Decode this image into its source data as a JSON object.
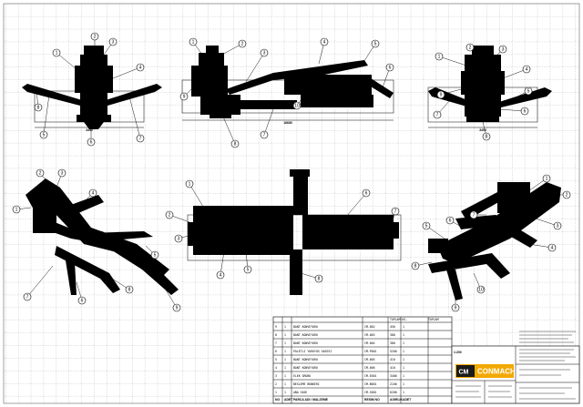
{
  "drawing": {
    "scale": "1:200",
    "logo": {
      "left": "CM",
      "right": "CONMACH"
    }
  },
  "views": [
    {
      "name": "front-view",
      "callouts": [
        "1",
        "2",
        "3",
        "4",
        "5",
        "6",
        "7",
        "8"
      ]
    },
    {
      "name": "side-view",
      "callouts": [
        "1",
        "2",
        "3",
        "4",
        "5",
        "6",
        "7",
        "8",
        "9",
        "10"
      ]
    },
    {
      "name": "rear-view",
      "callouts": [
        "1",
        "2",
        "3",
        "4",
        "5",
        "6",
        "7",
        "8",
        "9"
      ]
    },
    {
      "name": "iso-view-left",
      "callouts": [
        "1",
        "2",
        "3",
        "4",
        "5",
        "6",
        "7",
        "8",
        "9"
      ]
    },
    {
      "name": "top-view",
      "callouts": [
        "1",
        "2",
        "3",
        "4",
        "5",
        "6",
        "7",
        "8"
      ]
    },
    {
      "name": "iso-view-right",
      "callouts": [
        "1",
        "2",
        "3",
        "4",
        "5",
        "6",
        "7",
        "8",
        "9",
        "10"
      ]
    }
  ],
  "bom": {
    "header_right": [
      "TOPLAM KG.",
      "TOPLAM"
    ],
    "rows": [
      {
        "no": "9",
        "qty": "1",
        "name": "BANT KONVEYORU",
        "code": "CM-002",
        "wt": "450",
        "c": "1"
      },
      {
        "no": "8",
        "qty": "1",
        "name": "BANT KONVEYORU",
        "code": "CM-003",
        "wt": "380",
        "c": "1"
      },
      {
        "no": "7",
        "qty": "1",
        "name": "BANT KONVEYORU",
        "code": "CM-004",
        "wt": "380",
        "c": "1"
      },
      {
        "no": "6",
        "qty": "1",
        "name": "PALETLI YURUYUS SASESI",
        "code": "CM-P001",
        "wt": "5200",
        "c": "1"
      },
      {
        "no": "5",
        "qty": "1",
        "name": "BANT KONVEYORU",
        "code": "CM-005",
        "wt": "410",
        "c": "1"
      },
      {
        "no": "4",
        "qty": "1",
        "name": "BANT KONVEYORU",
        "code": "CM-006",
        "wt": "410",
        "c": "1"
      },
      {
        "no": "3",
        "qty": "1",
        "name": "ELEK GRUBU",
        "code": "CM-E001",
        "wt": "3400",
        "c": "1"
      },
      {
        "no": "2",
        "qty": "1",
        "name": "BESLEME BUNKERI",
        "code": "CM-B001",
        "wt": "2100",
        "c": "1"
      },
      {
        "no": "1",
        "qty": "1",
        "name": "ANA SASE",
        "code": "CM-S001",
        "wt": "6200",
        "c": "1"
      }
    ],
    "footer": [
      "NO",
      "ADET",
      "PARCA ADI / MALZEME",
      "RESIM NO",
      "AGIRLIK",
      "ADET"
    ]
  }
}
